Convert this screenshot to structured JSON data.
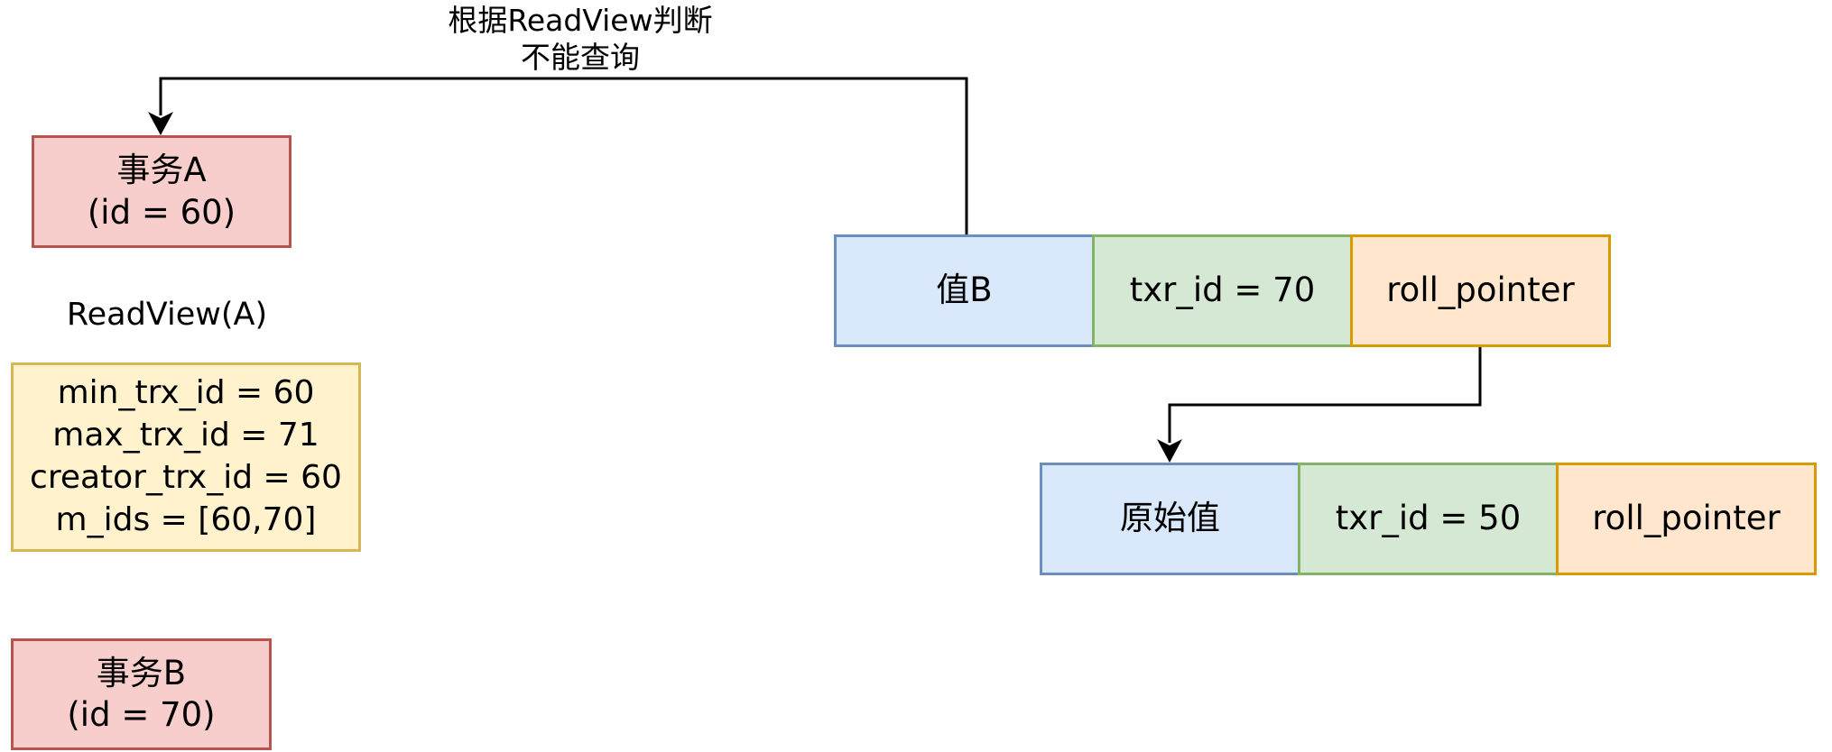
{
  "transaction_a": {
    "line1": "事务A",
    "line2": "(id = 60)"
  },
  "transaction_b": {
    "line1": "事务B",
    "line2": "(id = 70)"
  },
  "readview": {
    "title": "ReadView(A)",
    "lines": [
      "min_trx_id = 60",
      "max_trx_id = 71",
      "creator_trx_id = 60",
      "m_ids = [60,70]"
    ]
  },
  "arrow_label": {
    "line1": "根据ReadView判断",
    "line2": "不能查询"
  },
  "version_current": {
    "value": "值B",
    "txr_id": "txr_id = 70",
    "roll_pointer": "roll_pointer"
  },
  "version_original": {
    "value": "原始值",
    "txr_id": "txr_id = 50",
    "roll_pointer": "roll_pointer"
  },
  "colors": {
    "transaction_fill": "#f8cecc",
    "transaction_stroke": "#b85450",
    "readview_fill": "#fff2cc",
    "readview_stroke": "#d6b656",
    "value_fill": "#dae8fc",
    "value_stroke": "#6c8ebf",
    "txr_fill": "#d5e8d4",
    "txr_stroke": "#82b366",
    "pointer_fill": "#ffe6cc",
    "pointer_stroke": "#d79b00"
  }
}
